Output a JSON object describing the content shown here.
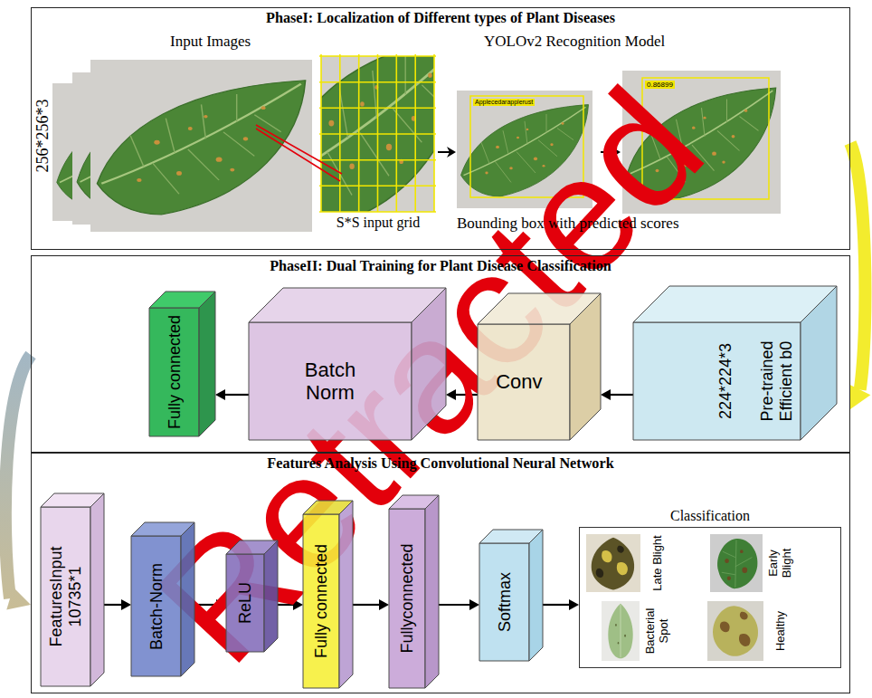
{
  "diagram": {
    "nodes": [
      {
        "text": [
          "PhaseI: Localization of Different types of Plant Diseases"
        ]
      },
      {
        "text": [
          "PhaseII: Dual Training for Plant Disease Classification"
        ]
      },
      {
        "text": [
          "Features Analysis Using Convolutional Neural Network"
        ]
      },
      {
        "text": [
          "Fully connected"
        ],
        "in": 1
      },
      {
        "text": [
          "Batch Norm"
        ],
        "in": 1
      },
      {
        "text": [
          "Conv"
        ],
        "in": 1
      },
      {
        "text": [
          "224*224*3",
          "Pre-trained Efficient b0"
        ],
        "in": 1
      },
      {
        "text": [
          "FeaturesInput 10735*1"
        ],
        "in": 2
      },
      {
        "text": [
          "Batch-Norm"
        ],
        "in": 2
      },
      {
        "text": [
          "ReLU"
        ],
        "in": 2
      },
      {
        "text": [
          "Fully connected"
        ],
        "in": 2
      },
      {
        "text": [
          "Fullyconnected"
        ],
        "in": 2
      },
      {
        "text": [
          "Softmax"
        ],
        "in": 2
      },
      {
        "text": [
          "Classification"
        ],
        "in": 2
      }
    ],
    "edges": [
      {
        "from": 0,
        "to": 1,
        "arrow": "to"
      },
      {
        "from": 1,
        "to": 2,
        "arrow": "to"
      },
      {
        "from": 6,
        "to": 5,
        "arrow": "to"
      },
      {
        "from": 5,
        "to": 4,
        "arrow": "to"
      },
      {
        "from": 4,
        "to": 3,
        "arrow": "to"
      },
      {
        "from": 7,
        "to": 8,
        "arrow": "to"
      },
      {
        "from": 8,
        "to": 9,
        "arrow": "to"
      },
      {
        "from": 9,
        "to": 10,
        "arrow": "to"
      },
      {
        "from": 10,
        "to": 11,
        "arrow": "to"
      },
      {
        "from": 11,
        "to": 12,
        "arrow": "to"
      },
      {
        "from": 12,
        "to": 13,
        "arrow": "to"
      }
    ],
    "labels": [
      "Input Images",
      "256*256*3",
      "YOLOv2 Recognition Model",
      "S*S input grid",
      "Applecedarapplerust",
      "0.86899",
      "Bounding box with predicted scores",
      "Late Blight",
      "Early Blight",
      "Bacterial Spot",
      "Healthy",
      "Retracted"
    ]
  }
}
